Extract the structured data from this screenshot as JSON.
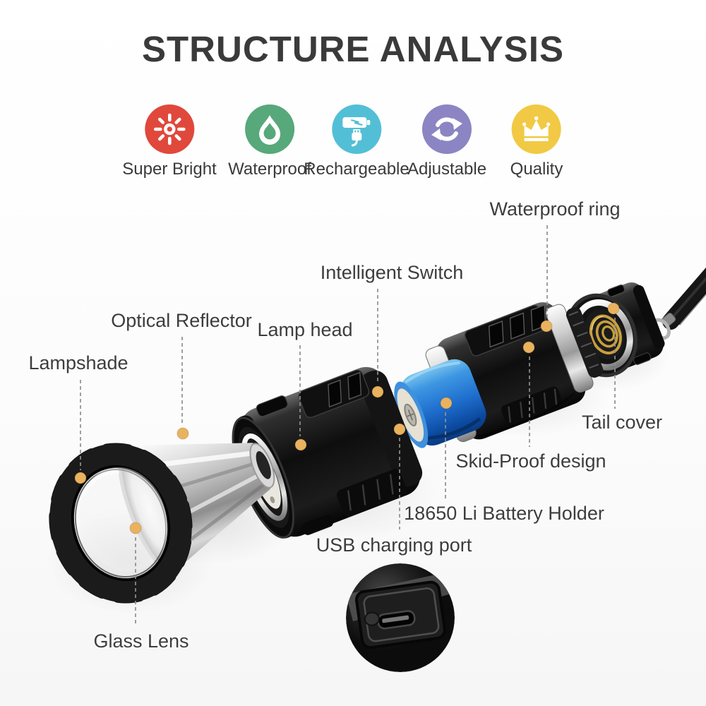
{
  "title": "STRUCTURE ANALYSIS",
  "features": [
    {
      "label": "Super Bright",
      "icon": "sun-icon",
      "color": "#e0483c"
    },
    {
      "label": "Waterproof",
      "icon": "water-drop-icon",
      "color": "#57a87a"
    },
    {
      "label": "Rechargeable",
      "icon": "battery-usb-icon",
      "color": "#53bfd6"
    },
    {
      "label": "Adjustable",
      "icon": "cycle-arrows-icon",
      "color": "#8b85c3"
    },
    {
      "label": "Quality",
      "icon": "crown-icon",
      "color": "#f1c944"
    }
  ],
  "callouts": {
    "waterproof_ring": "Waterproof ring",
    "intelligent_switch": "Intelligent Switch",
    "optical_reflector": "Optical Reflector",
    "lamp_head": "Lamp head",
    "lampshade": "Lampshade",
    "tail_cover": "Tail cover",
    "skid_proof": "Skid-Proof design",
    "battery_holder": "18650 Li Battery Holder",
    "usb_port": "USB charging port",
    "glass_lens": "Glass Lens"
  },
  "colors": {
    "callout_dot": "#e9b25f",
    "label_text": "#3d3d3d",
    "title_text": "#3a3a3a",
    "battery_blue": "#1f6fce",
    "spring_gold": "#c79f3f"
  }
}
